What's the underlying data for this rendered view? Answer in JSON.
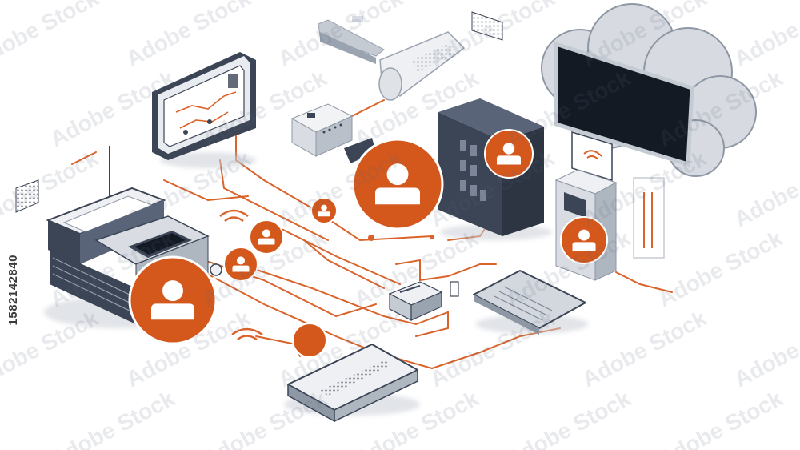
{
  "watermark": {
    "text": "Adobe Stock",
    "opacity": 0.13
  },
  "stock_id": "1582142840",
  "colors": {
    "accent_orange": "#d4581c",
    "line_orange": "#d9632a",
    "device_dark": "#3c4556",
    "device_light": "#e8ebef",
    "device_mid": "#9aa3b0",
    "screen_dark": "#141a24",
    "cloud": "#d7dbe1"
  },
  "scene": {
    "device_icons": [
      "dashboard-monitor-icon",
      "pipe-connector-icon",
      "cloud-display-icon",
      "server-cabinet-icon",
      "small-box-device-icon",
      "power-kiosk-icon",
      "wifi-sign-icon",
      "industrial-machine-icon",
      "tablet-device-icon",
      "router-device-icon",
      "small-sensor-icon",
      "speaker-grille-icon"
    ],
    "user_node_icon": "user-avatar-icon",
    "user_node_count": 8
  }
}
